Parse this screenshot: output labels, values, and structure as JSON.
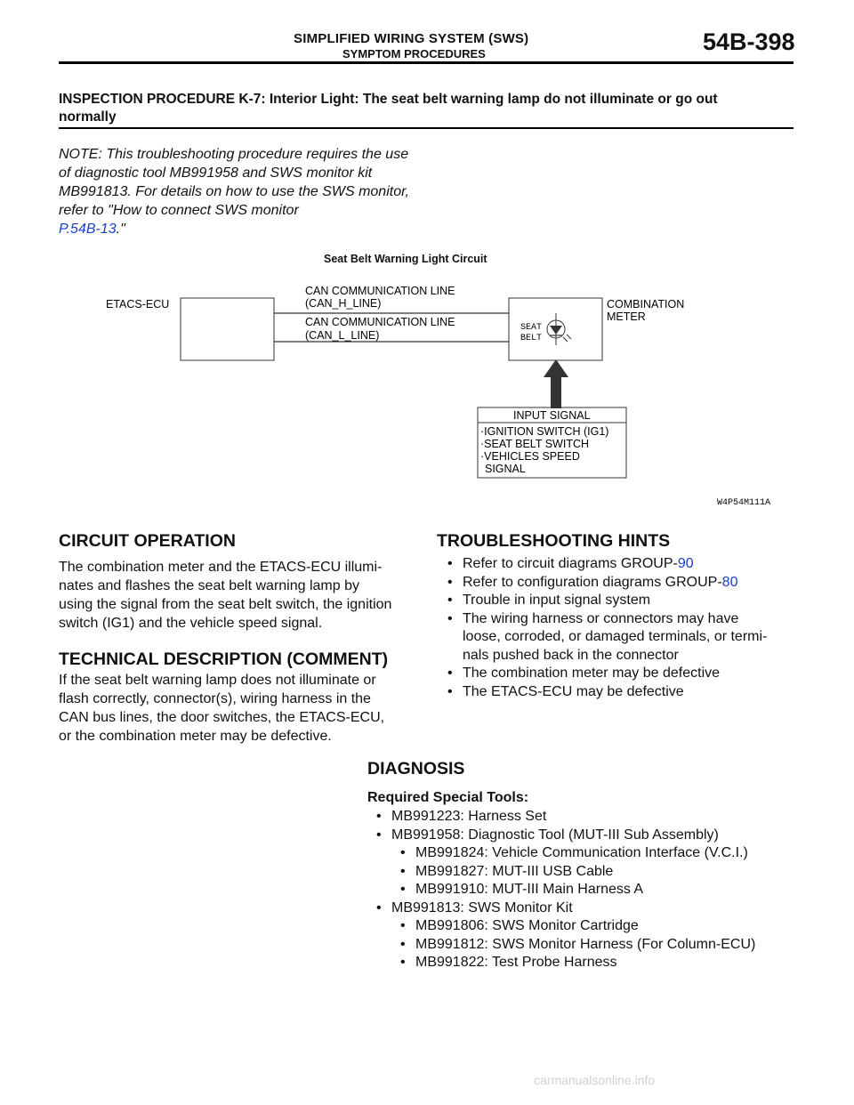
{
  "header": {
    "title": "SIMPLIFIED WIRING SYSTEM (SWS)",
    "subtitle": "SYMPTOM PROCEDURES",
    "page": "54B-398"
  },
  "inspection": {
    "line1": "INSPECTION PROCEDURE K-7: Interior Light: The seat belt warning lamp do not illuminate or go out",
    "line2": "normally"
  },
  "note": {
    "text": "NOTE: This troubleshooting procedure requires the use of diagnostic tool MB991958 and SWS monitor kit MB991813. For details on how to use the SWS monitor, refer to \"How to connect SWS monitor",
    "link": "P.54B-13",
    "tail": ".\""
  },
  "figure": {
    "title": "Seat Belt Warning Light Circuit",
    "etacs": "ETACS-ECU",
    "can_h_1": "CAN COMMUNICATION LINE",
    "can_h_2": "(CAN_H_LINE)",
    "can_l_1": "CAN COMMUNICATION LINE",
    "can_l_2": "(CAN_L_LINE)",
    "meter_1": "COMBINATION",
    "meter_2": "METER",
    "lamp_1": "SEAT",
    "lamp_2": "BELT",
    "input_header": "INPUT SIGNAL",
    "input_1": "·IGNITION SWITCH (IG1)",
    "input_2": "·SEAT BELT SWITCH",
    "input_3": "·VEHICLES SPEED",
    "input_4": "SIGNAL",
    "code": "W4P54M111A"
  },
  "circuit_operation": {
    "heading": "CIRCUIT OPERATION",
    "lines": [
      "The combination meter and the ETACS-ECU illumi-",
      "nates and flashes the seat belt warning lamp by",
      "using the signal from the seat belt switch, the ignition",
      "switch (IG1) and the vehicle speed signal."
    ]
  },
  "technical": {
    "heading": "TECHNICAL DESCRIPTION (COMMENT)",
    "lines": [
      "If the seat belt warning lamp does not illuminate or",
      "flash correctly, connector(s), wiring harness in the",
      "CAN bus lines, the door switches, the ETACS-ECU,",
      "or the combination meter may be defective."
    ]
  },
  "hints": {
    "heading": "TROUBLESHOOTING HINTS",
    "h1_text": "Refer to circuit diagrams GROUP-",
    "h1_link": "90",
    "h2_text": "Refer to configuration diagrams GROUP-",
    "h2_link": "80",
    "h3": "Trouble in input signal system",
    "h4_1": "The wiring harness or connectors may have",
    "h4_2": "loose, corroded, or damaged terminals, or termi-",
    "h4_3": "nals pushed back in the connector",
    "h5": "The combination meter may be defective",
    "h6": "The ETACS-ECU may be defective"
  },
  "diagnosis": {
    "heading": "DIAGNOSIS",
    "tools_heading": "Required Special Tools:",
    "t1": "MB991223: Harness Set",
    "t2": "MB991958: Diagnostic Tool (MUT-III Sub Assembly)",
    "t2a": "MB991824: Vehicle Communication Interface (V.C.I.)",
    "t2b": "MB991827: MUT-III USB Cable",
    "t2c": "MB991910: MUT-III Main Harness A",
    "t3": "MB991813: SWS Monitor Kit",
    "t3a": "MB991806: SWS Monitor Cartridge",
    "t3b": "MB991812: SWS Monitor Harness (For Column-ECU)",
    "t3c": "MB991822: Test Probe Harness"
  },
  "footer": "carmanualsonline.info"
}
